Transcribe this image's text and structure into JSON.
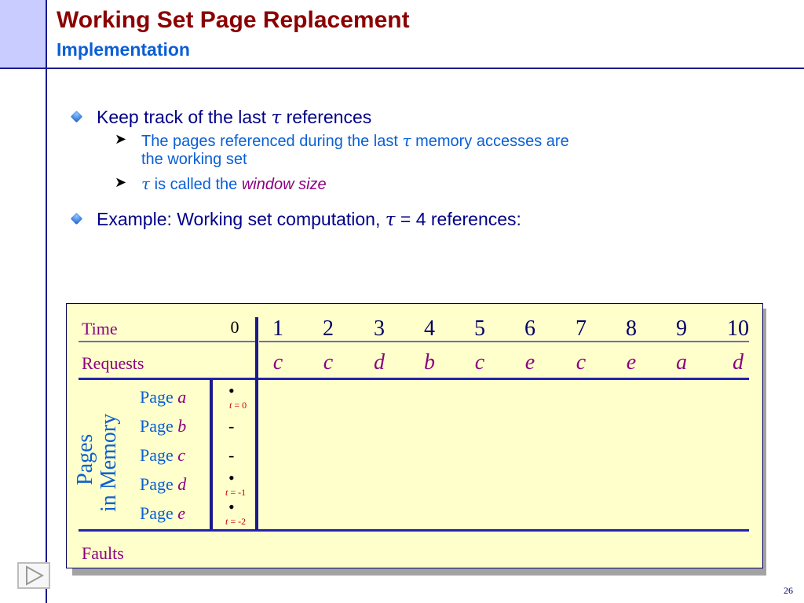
{
  "slide": {
    "title": "Working Set Page Replacement",
    "subtitle": "Implementation",
    "page_number": "26"
  },
  "bullets": {
    "b1_pre": "Keep track of the last ",
    "tau": "τ",
    "b1_post": " references",
    "sub1_pre": "The pages referenced during the last ",
    "sub1_mid": " memory accesses are",
    "sub1_line2": "the working set",
    "sub2_mid": " is called the ",
    "sub2_em": "window size",
    "b2_pre": "Example: Working set computation, ",
    "b2_eq": " = 4",
    "b2_post": " references:"
  },
  "table": {
    "time_label": "Time",
    "requests_label": "Requests",
    "faults_label": "Faults",
    "pages_label_1": "Pages",
    "pages_label_2": "in Memory",
    "t0": "0",
    "times": [
      "1",
      "2",
      "3",
      "4",
      "5",
      "6",
      "7",
      "8",
      "9",
      "10"
    ],
    "requests": [
      "c",
      "c",
      "d",
      "b",
      "c",
      "e",
      "c",
      "e",
      "a",
      "d"
    ],
    "page_word": "Page",
    "pages": [
      {
        "name": "a",
        "mark": "•",
        "note_t": "t",
        "note_val": " = 0"
      },
      {
        "name": "b",
        "mark": "-",
        "note_t": "",
        "note_val": ""
      },
      {
        "name": "c",
        "mark": "-",
        "note_t": "",
        "note_val": ""
      },
      {
        "name": "d",
        "mark": "•",
        "note_t": "t",
        "note_val": " = -1"
      },
      {
        "name": "e",
        "mark": "•",
        "note_t": "t",
        "note_val": " = -2"
      }
    ]
  },
  "icons": {
    "bullet": "diamond-bullet-icon",
    "sub_bullet": "arrowhead-icon",
    "navigation": "play-icon"
  },
  "colors": {
    "title": "#8b0000",
    "subtitle": "#0a5fd6",
    "panel_bg": "#ffffcc",
    "accent_purple": "#8b0080"
  }
}
